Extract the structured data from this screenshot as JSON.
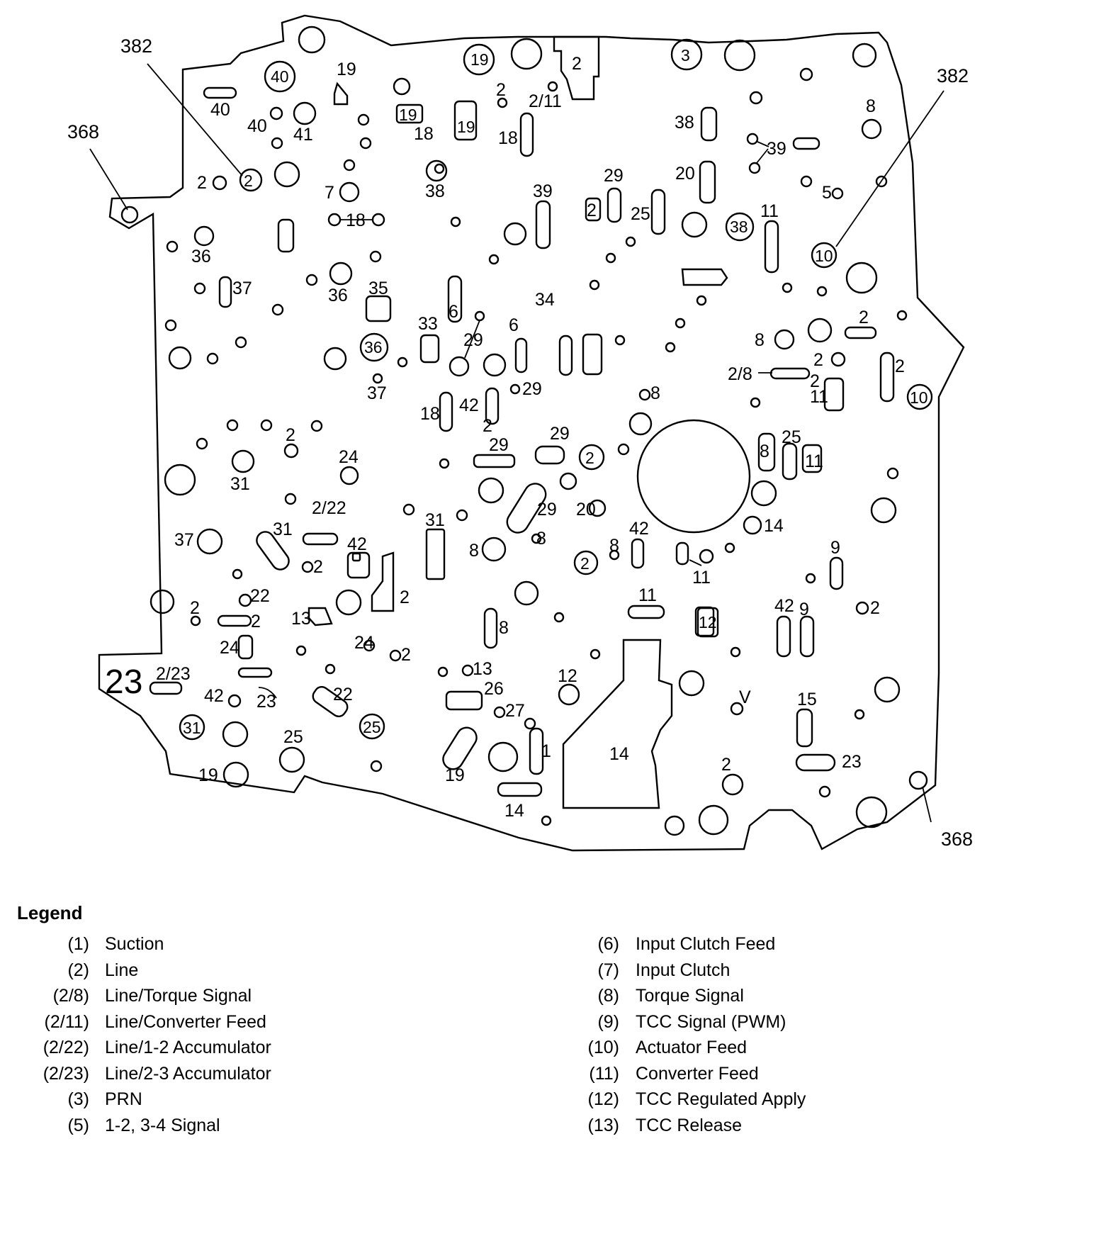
{
  "diagram": {
    "callouts": [
      "382",
      "382",
      "368",
      "368"
    ],
    "labels": [
      "2",
      "19",
      "19",
      "40",
      "40",
      "40",
      "41",
      "2/11",
      "18",
      "19",
      "18",
      "19",
      "2",
      "2",
      "38",
      "7",
      "18",
      "2",
      "36",
      "37",
      "36",
      "35",
      "33",
      "6",
      "6",
      "29",
      "34",
      "39",
      "2",
      "29",
      "25",
      "38",
      "3",
      "38",
      "20",
      "39",
      "8",
      "5",
      "11",
      "10",
      "2",
      "36",
      "37",
      "18",
      "2",
      "42",
      "29",
      "29",
      "8",
      "8",
      "2",
      "2/8",
      "2",
      "11",
      "10",
      "2",
      "24",
      "31",
      "2",
      "29",
      "2",
      "29",
      "20",
      "25",
      "8",
      "11",
      "14",
      "2/22",
      "31",
      "37",
      "31",
      "8",
      "8",
      "42",
      "8",
      "2",
      "11",
      "9",
      "42",
      "2",
      "22",
      "2",
      "2",
      "2",
      "13",
      "11",
      "12",
      "42",
      "9",
      "2",
      "24",
      "8",
      "24",
      "2",
      "13",
      "12",
      "V",
      "23",
      "2/23",
      "23",
      "42",
      "22",
      "31",
      "25",
      "26",
      "27",
      "25",
      "19",
      "1",
      "14",
      "2",
      "15",
      "23",
      "19",
      "14"
    ]
  },
  "legend": {
    "title": "Legend",
    "left": [
      {
        "code": "(1)",
        "desc": "Suction"
      },
      {
        "code": "(2)",
        "desc": "Line"
      },
      {
        "code": "(2/8)",
        "desc": "Line/Torque Signal"
      },
      {
        "code": "(2/11)",
        "desc": "Line/Converter Feed"
      },
      {
        "code": "(2/22)",
        "desc": "Line/1-2 Accumulator"
      },
      {
        "code": "(2/23)",
        "desc": "Line/2-3 Accumulator"
      },
      {
        "code": "(3)",
        "desc": "PRN"
      },
      {
        "code": "(5)",
        "desc": "1-2, 3-4 Signal"
      }
    ],
    "right": [
      {
        "code": "(6)",
        "desc": "Input Clutch Feed"
      },
      {
        "code": "(7)",
        "desc": "Input Clutch"
      },
      {
        "code": "(8)",
        "desc": "Torque Signal"
      },
      {
        "code": "(9)",
        "desc": "TCC Signal (PWM)"
      },
      {
        "code": "(10)",
        "desc": "Actuator Feed"
      },
      {
        "code": "(11)",
        "desc": "Converter Feed"
      },
      {
        "code": "(12)",
        "desc": "TCC Regulated Apply"
      },
      {
        "code": "(13)",
        "desc": "TCC Release"
      }
    ]
  }
}
